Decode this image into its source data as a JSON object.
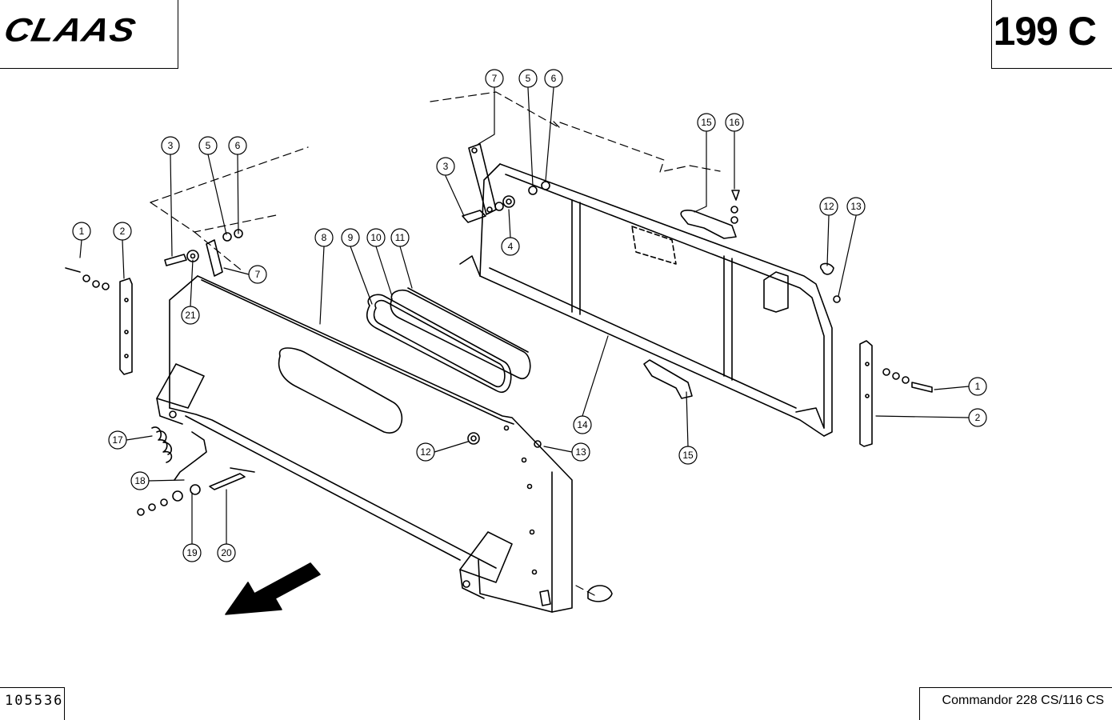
{
  "header": {
    "brand": "CLAAS",
    "page_number": "199 C"
  },
  "footer": {
    "drawing_number": "105536",
    "model": "Commandor 228 CS/116 CS"
  },
  "callouts": [
    {
      "label": "1"
    },
    {
      "label": "2"
    },
    {
      "label": "3"
    },
    {
      "label": "5"
    },
    {
      "label": "6"
    },
    {
      "label": "21"
    },
    {
      "label": "7"
    },
    {
      "label": "8"
    },
    {
      "label": "9"
    },
    {
      "label": "10"
    },
    {
      "label": "11"
    },
    {
      "label": "17"
    },
    {
      "label": "18"
    },
    {
      "label": "19"
    },
    {
      "label": "20"
    },
    {
      "label": "12"
    },
    {
      "label": "13"
    },
    {
      "label": "7"
    },
    {
      "label": "5"
    },
    {
      "label": "6"
    },
    {
      "label": "3"
    },
    {
      "label": "4"
    },
    {
      "label": "15"
    },
    {
      "label": "16"
    },
    {
      "label": "12"
    },
    {
      "label": "13"
    },
    {
      "label": "14"
    },
    {
      "label": "15"
    },
    {
      "label": "1"
    },
    {
      "label": "2"
    }
  ]
}
